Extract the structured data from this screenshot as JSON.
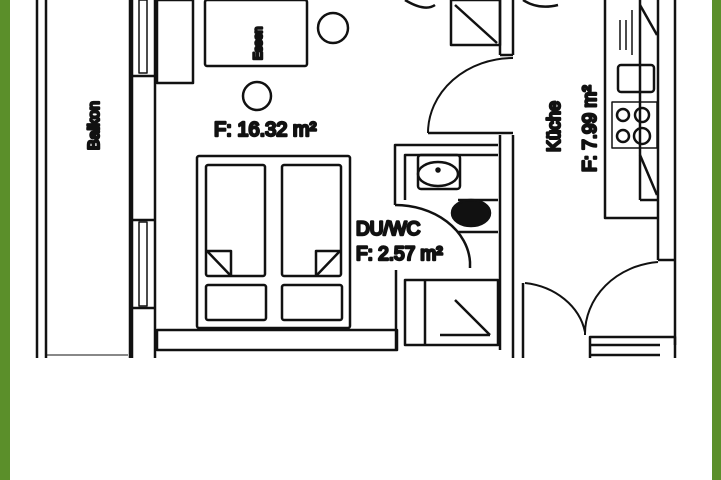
{
  "colors": {
    "frame": "#5b8f2a",
    "lines": "#111111",
    "background": "#ffffff"
  },
  "rooms": {
    "balcony": {
      "label": "Balkon"
    },
    "living": {
      "dining_label": "Essen",
      "area": "F: 16.32 m²"
    },
    "bathroom": {
      "label": "DU/WC",
      "area": "F: 2.57 m²"
    },
    "kitchen": {
      "label": "Küche",
      "area": "F: 7.99 m²"
    }
  }
}
